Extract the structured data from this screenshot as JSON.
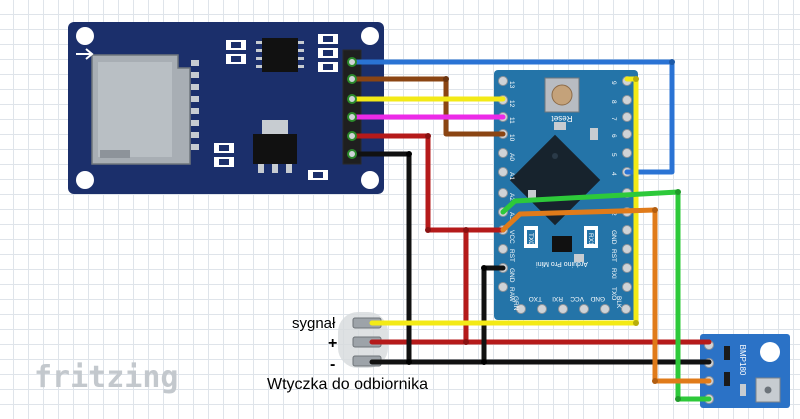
{
  "labels": {
    "signal": "sygnał",
    "plus": "+",
    "minus": "-",
    "plug": "Wtyczka do odbiornika",
    "watermark": "fritzing"
  },
  "arduino": {
    "name": "Arduino Pro Mini",
    "reset_label": "Reset",
    "left_pins": [
      "13",
      "12",
      "11",
      "10",
      "A0",
      "A1",
      "A2",
      "A3",
      "VCC",
      "RST",
      "GND",
      "RAW"
    ],
    "right_pins": [
      "9",
      "8",
      "7",
      "6",
      "5",
      "4",
      "3",
      "2",
      "GND",
      "RST",
      "RXI",
      "TXO"
    ],
    "bottom_pins": [
      "GRN",
      "TXO",
      "RXI",
      "VCC",
      "GND",
      "BLK"
    ],
    "tx_label": "TX0",
    "rx_label": "RX1"
  },
  "bmp": {
    "name": "BMP180"
  },
  "colors": {
    "board_blue": "#1b2f6b",
    "arduino_teal": "#2474a8",
    "wire_blue": "#2a73d4",
    "wire_brown": "#8b4513",
    "wire_yellow": "#f3ea16",
    "wire_magenta": "#ec2ae8",
    "wire_red": "#b51a1a",
    "wire_black": "#111111",
    "wire_green": "#2dc93a",
    "wire_orange": "#e07b1a"
  }
}
